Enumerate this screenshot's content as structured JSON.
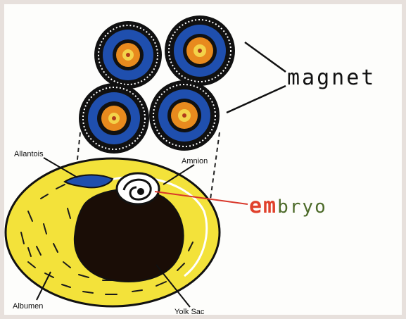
{
  "labels": {
    "allantois": "Allantois",
    "amnion": "Amnion",
    "albumen": "Albumen",
    "yolk_sac": "Yolk Sac",
    "magnet": "magnet",
    "embryo_part1": "em",
    "embryo_part2": "bryo"
  },
  "colors": {
    "magnet_outer_ring": "#111111",
    "magnet_blue": "#1f4fae",
    "magnet_core_orange": "#e88a1e",
    "magnet_core_yellow": "#f3d34a",
    "egg_yellow": "#f3e23a",
    "yolk_dark": "#1a0d06",
    "embryo_red": "#e0412c",
    "embryo_green": "#4d6b2a",
    "pointer_red": "#d8372a",
    "background": "#fdfdfb",
    "frame": "#e7e0dc"
  },
  "icons": [
    "magnet-disc-icon",
    "egg-icon"
  ]
}
